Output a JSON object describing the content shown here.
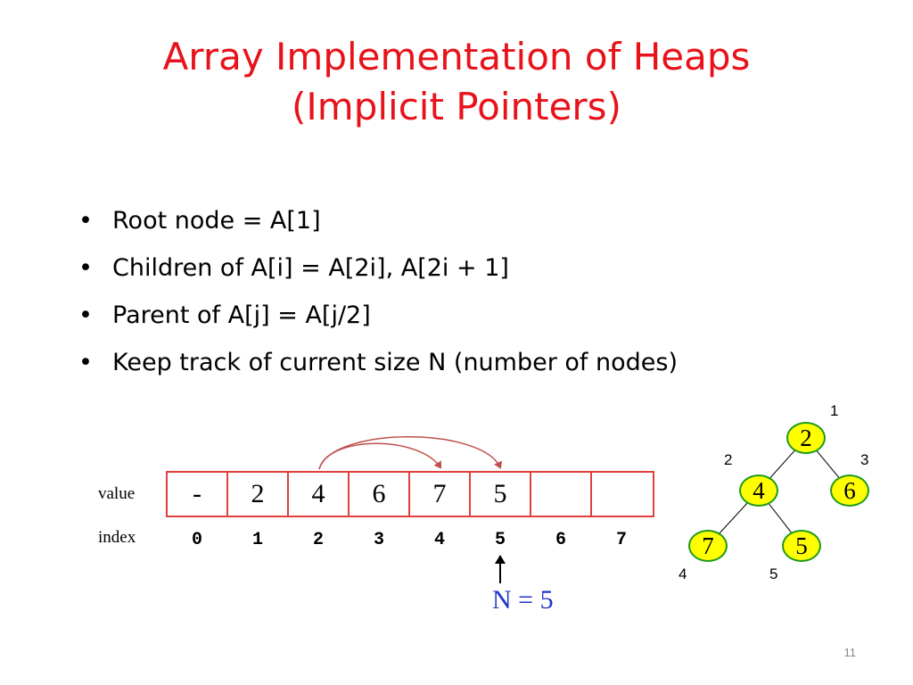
{
  "slide": {
    "title_line1": "Array Implementation of Heaps",
    "title_line2": "(Implicit Pointers)",
    "bullets": [
      "Root node = A[1]",
      "Children of A[i] = A[2i], A[2i + 1]",
      "Parent of A[j] = A[j/2]",
      "Keep track of current size N (number of nodes)"
    ],
    "bullet_glyph": "•",
    "page_number": "11"
  },
  "array": {
    "value_label": "value",
    "index_label": "index",
    "values": [
      "-",
      "2",
      "4",
      "6",
      "7",
      "5",
      "",
      ""
    ],
    "indices": [
      "0",
      "1",
      "2",
      "3",
      "4",
      "5",
      "6",
      "7"
    ],
    "size_label": "N = 5",
    "size_index": 5,
    "child_arrows_from_index": 2,
    "child_arrows_to_indices": [
      4,
      5
    ]
  },
  "tree": {
    "nodes": [
      {
        "value": "2",
        "index": "1"
      },
      {
        "value": "4",
        "index": "2"
      },
      {
        "value": "6",
        "index": "3"
      },
      {
        "value": "7",
        "index": "4"
      },
      {
        "value": "5",
        "index": "5"
      }
    ]
  },
  "colors": {
    "title": "#e8121a",
    "array_border": "#e0403e",
    "arrow": "#c0504d",
    "size_label": "#1f35c8",
    "node_fill": "#ffff00",
    "node_border": "#1c9a1c"
  }
}
